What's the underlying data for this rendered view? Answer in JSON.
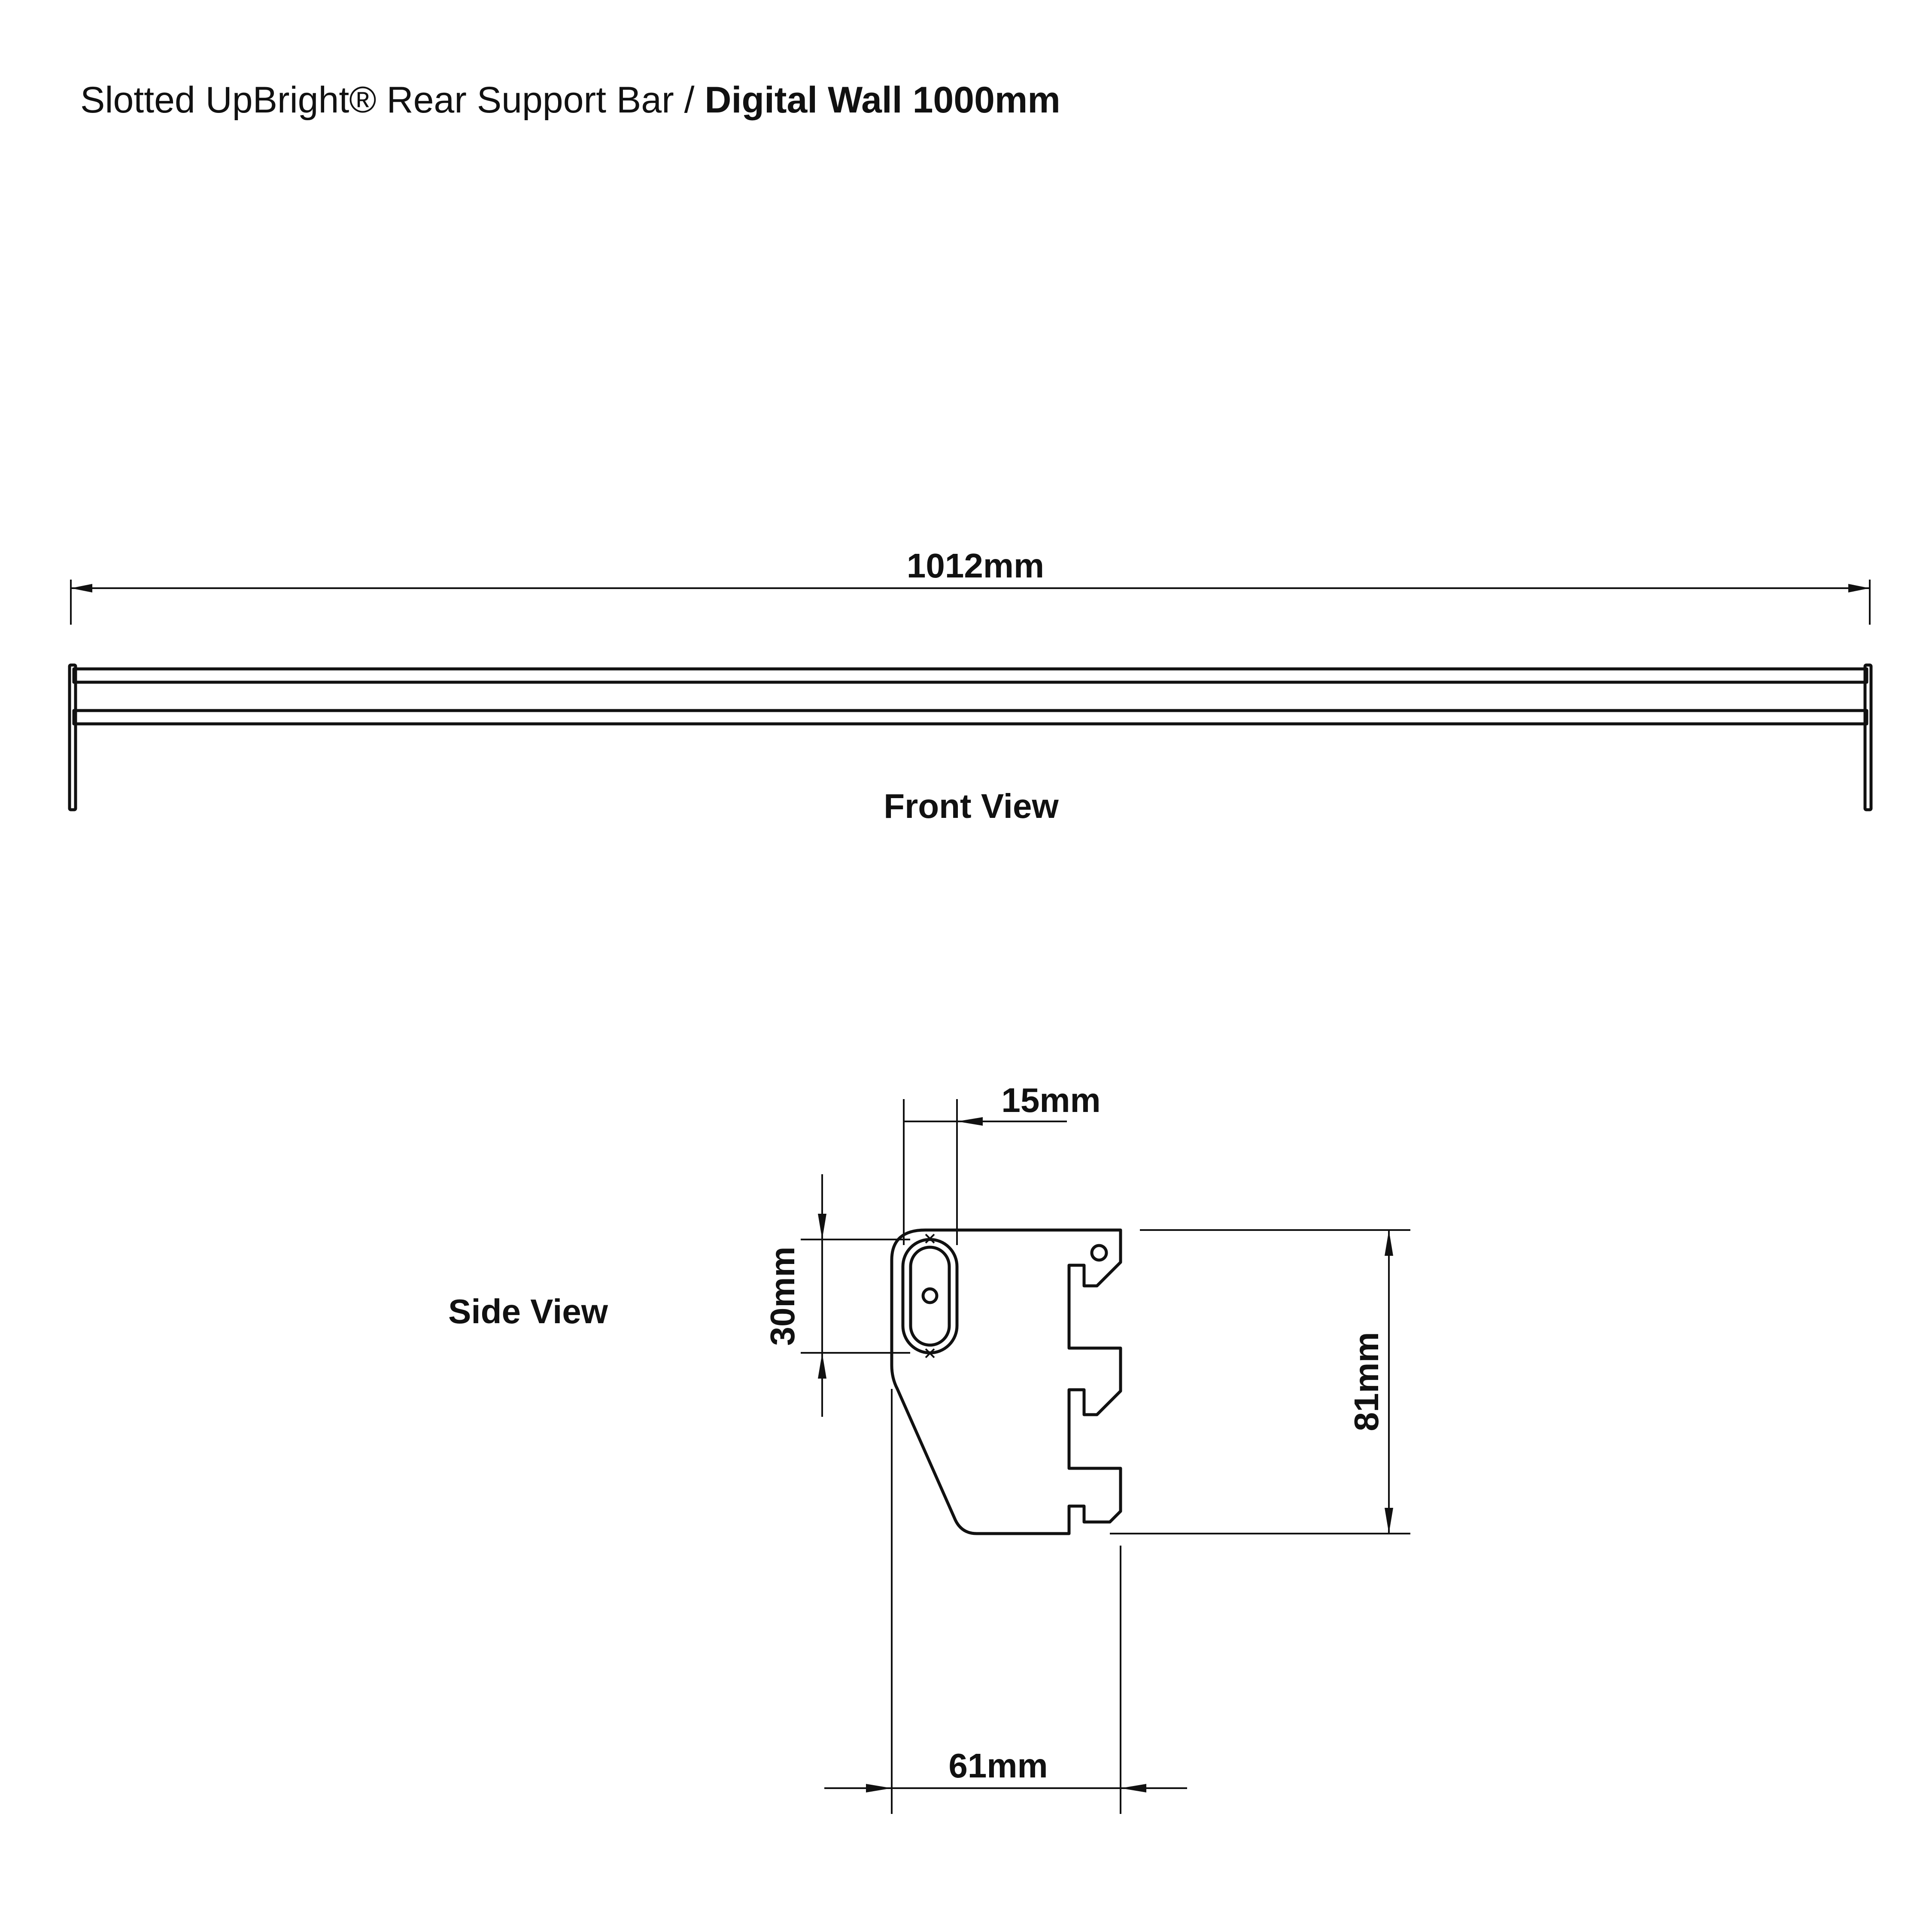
{
  "title": {
    "prefix": "Slotted UpBright® Rear Support Bar / ",
    "bold": "Digital Wall 1000mm"
  },
  "front_view": {
    "label": "Front View",
    "length_dimension": "1012mm"
  },
  "side_view": {
    "label": "Side View",
    "dimensions": {
      "slot_width": "15mm",
      "slot_height": "30mm",
      "height": "81mm",
      "depth": "61mm"
    }
  }
}
